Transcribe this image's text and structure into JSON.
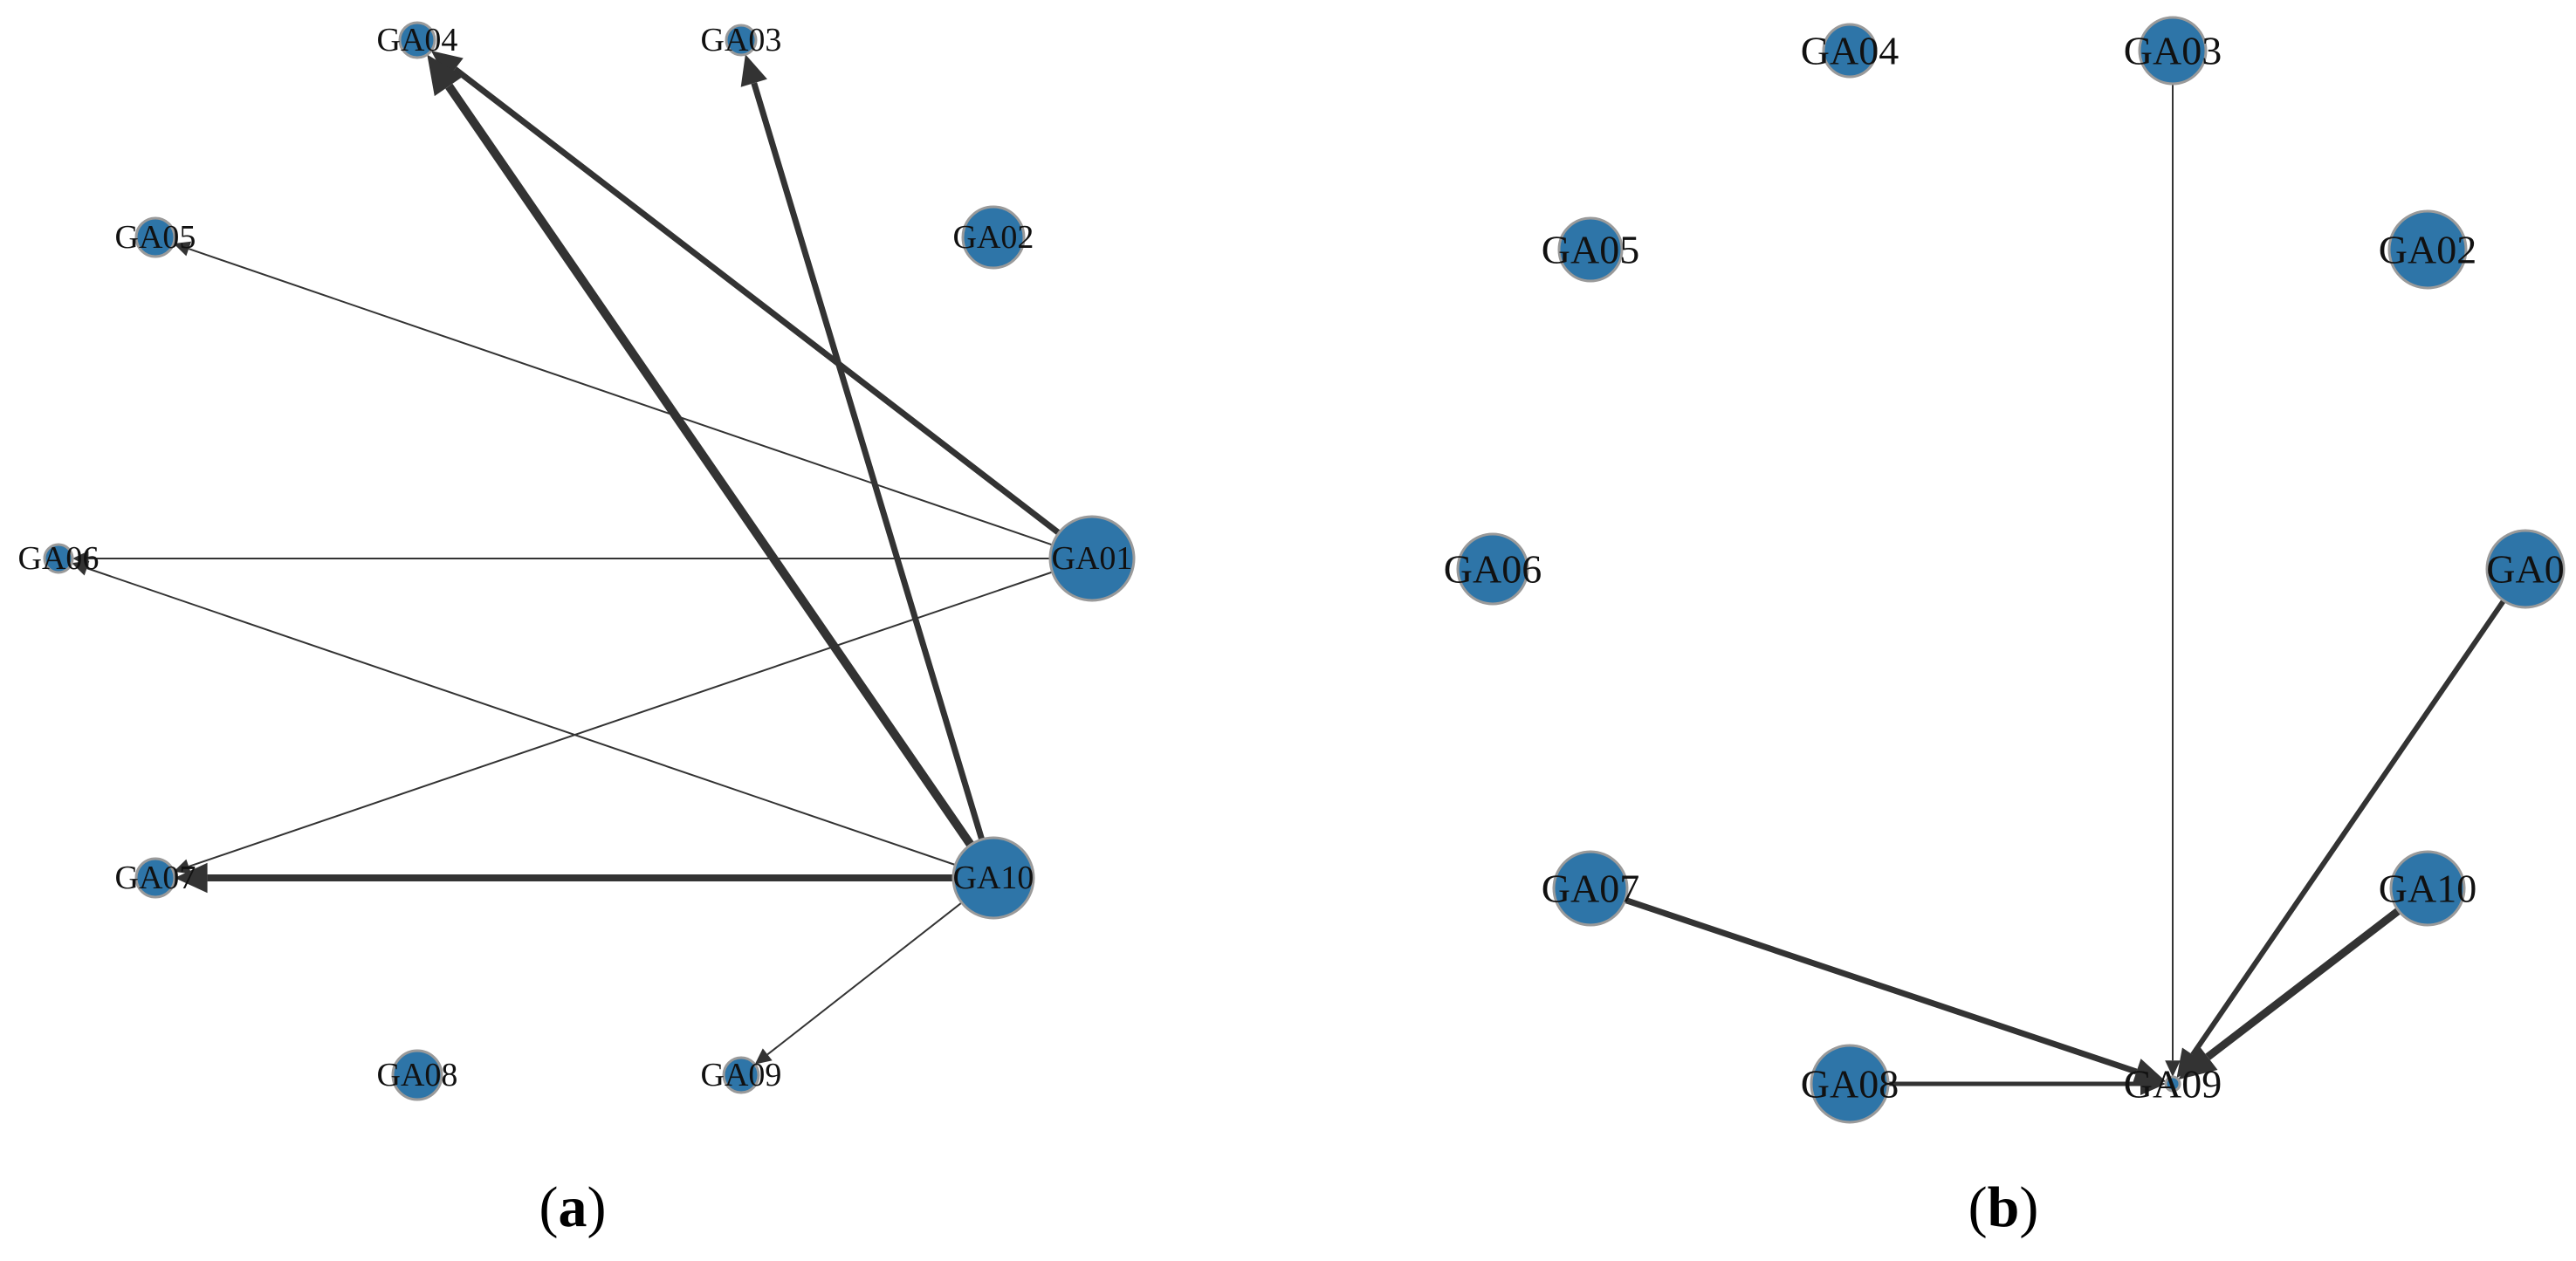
{
  "colors": {
    "node_fill": "#2e75a8",
    "node_stroke": "#9a9a9a",
    "edge": "#333333"
  },
  "panels": [
    {
      "id": "a",
      "caption_letter": "a",
      "nodes": [
        {
          "id": "GA01",
          "label": "GA01"
        },
        {
          "id": "GA02",
          "label": "GA02"
        },
        {
          "id": "GA03",
          "label": "GA03"
        },
        {
          "id": "GA04",
          "label": "GA04"
        },
        {
          "id": "GA05",
          "label": "GA05"
        },
        {
          "id": "GA06",
          "label": "GA06"
        },
        {
          "id": "GA07",
          "label": "GA07"
        },
        {
          "id": "GA08",
          "label": "GA08"
        },
        {
          "id": "GA09",
          "label": "GA09"
        },
        {
          "id": "GA10",
          "label": "GA10"
        }
      ],
      "edges": [
        {
          "source": "GA01",
          "target": "GA04"
        },
        {
          "source": "GA01",
          "target": "GA05"
        },
        {
          "source": "GA01",
          "target": "GA06"
        },
        {
          "source": "GA01",
          "target": "GA07"
        },
        {
          "source": "GA10",
          "target": "GA04"
        },
        {
          "source": "GA10",
          "target": "GA03"
        },
        {
          "source": "GA10",
          "target": "GA06"
        },
        {
          "source": "GA10",
          "target": "GA07"
        },
        {
          "source": "GA10",
          "target": "GA09"
        }
      ]
    },
    {
      "id": "b",
      "caption_letter": "b",
      "nodes": [
        {
          "id": "GA01",
          "label": "GA0"
        },
        {
          "id": "GA02",
          "label": "GA02"
        },
        {
          "id": "GA03",
          "label": "GA03"
        },
        {
          "id": "GA04",
          "label": "GA04"
        },
        {
          "id": "GA05",
          "label": "GA05"
        },
        {
          "id": "GA06",
          "label": "GA06"
        },
        {
          "id": "GA07",
          "label": "GA07"
        },
        {
          "id": "GA08",
          "label": "GA08"
        },
        {
          "id": "GA09",
          "label": "GA09"
        },
        {
          "id": "GA10",
          "label": "GA10"
        }
      ],
      "edges": [
        {
          "source": "GA03",
          "target": "GA09"
        },
        {
          "source": "GA01",
          "target": "GA09"
        },
        {
          "source": "GA10",
          "target": "GA09"
        },
        {
          "source": "GA07",
          "target": "GA09"
        },
        {
          "source": "GA08",
          "target": "GA09"
        }
      ]
    }
  ]
}
